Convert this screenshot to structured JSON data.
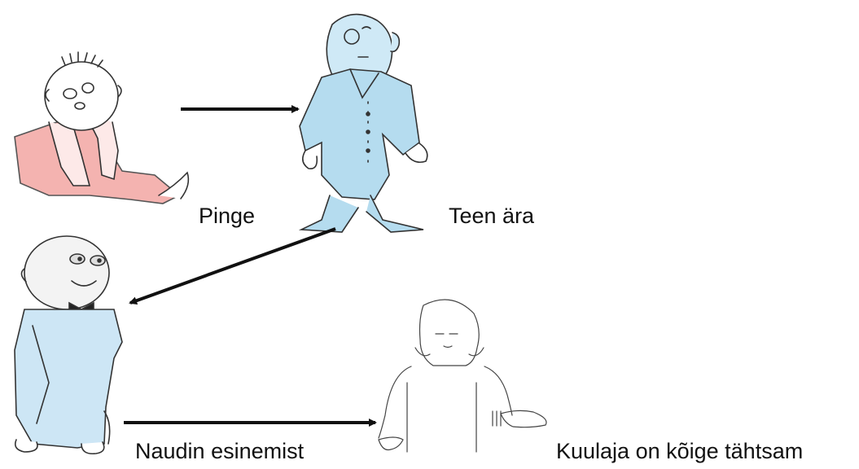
{
  "labels": {
    "tension": "Pinge",
    "do_it": "Teen ära",
    "enjoy": "Naudin esinemist",
    "listener": "Kuulaja on kõige tähtsam"
  },
  "colors": {
    "ink": "#111111",
    "pink": "#f2a6a4",
    "blue": "#b7dcef",
    "skin": "#ffffff"
  },
  "figures": [
    {
      "name": "worried-sitting-child-figure",
      "depicts": "sitting child holding head"
    },
    {
      "name": "standing-man-suit-figure",
      "depicts": "standing man in blue suit"
    },
    {
      "name": "smiling-man-bowtie-figure",
      "depicts": "smiling man with bow tie"
    },
    {
      "name": "listener-person-figure",
      "depicts": "person with open hands"
    }
  ]
}
